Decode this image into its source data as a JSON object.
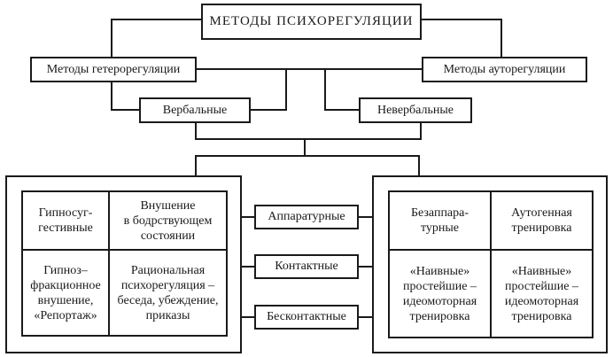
{
  "title": "МЕТОДЫ ПСИХОРЕГУЛЯЦИИ",
  "level1": {
    "hetero": "Методы гетерорегуляции",
    "auto": "Методы ауторегуляции"
  },
  "level2": {
    "verbal": "Вербальные",
    "nonverbal": "Невербальные"
  },
  "middle": [
    {
      "label": "Аппаратурные"
    },
    {
      "label": "Контактные"
    },
    {
      "label": "Бесконтактные"
    }
  ],
  "left_grid": {
    "cells": [
      "Гипносуг-\nгестивные",
      "Внушение\nв бодрствующем\nсостоянии",
      "Гипноз–\nфракционное\nвнушение,\n«Репортаж»",
      "Рациональная\nпсихорегуляция –\nбеседа, убеждение,\nприказы"
    ]
  },
  "right_grid": {
    "cells": [
      "Безаппара-\nтурные",
      "Аутогенная\nтренировка",
      "«Наивные»\nпростейшие –\nидеомоторная\nтренировка",
      "«Наивные»\nпростейшие –\nидеомоторная\nтренировка"
    ]
  }
}
